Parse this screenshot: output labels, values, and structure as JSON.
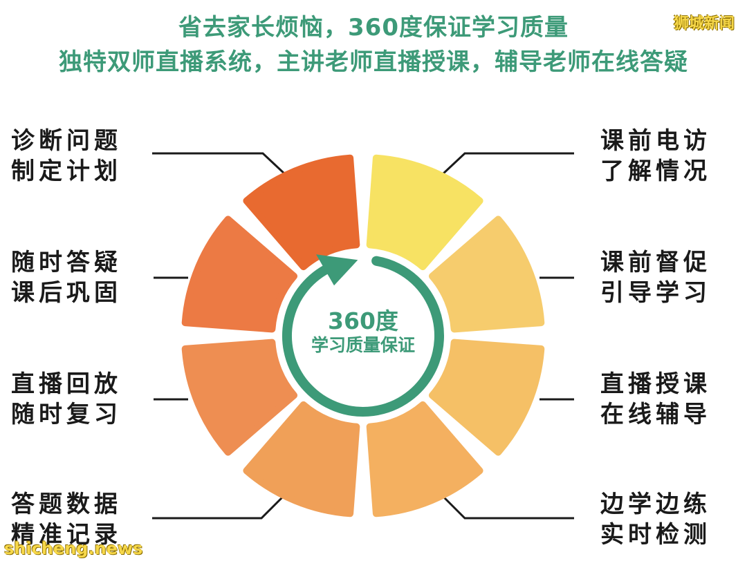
{
  "header": {
    "line1": "省去家长烦恼，360度保证学习质量",
    "line2": "独特双师直播系统，主讲老师直播授课，辅导老师在线答疑"
  },
  "watermarks": {
    "top_right": "狮城新闻",
    "bottom_left": "shicheng.news"
  },
  "center": {
    "line1": "360度",
    "line2": "学习质量保证"
  },
  "labels_left": [
    {
      "line1": "诊断问题",
      "line2": "制定计划"
    },
    {
      "line1": "随时答疑",
      "line2": "课后巩固"
    },
    {
      "line1": "直播回放",
      "line2": "随时复习"
    },
    {
      "line1": "答题数据",
      "line2": "精准记录"
    }
  ],
  "labels_right": [
    {
      "line1": "课前电访",
      "line2": "了解情况"
    },
    {
      "line1": "课前督促",
      "line2": "引导学习"
    },
    {
      "line1": "直播授课",
      "line2": "在线辅导"
    },
    {
      "line1": "边学边练",
      "line2": "实时检测"
    }
  ],
  "colors": {
    "accent": "#3d9a78",
    "segments": [
      "#f7e263",
      "#f6cc6d",
      "#f5c066",
      "#f4b060",
      "#f0a058",
      "#ee8e52",
      "#ec7a44",
      "#e86a30"
    ]
  }
}
